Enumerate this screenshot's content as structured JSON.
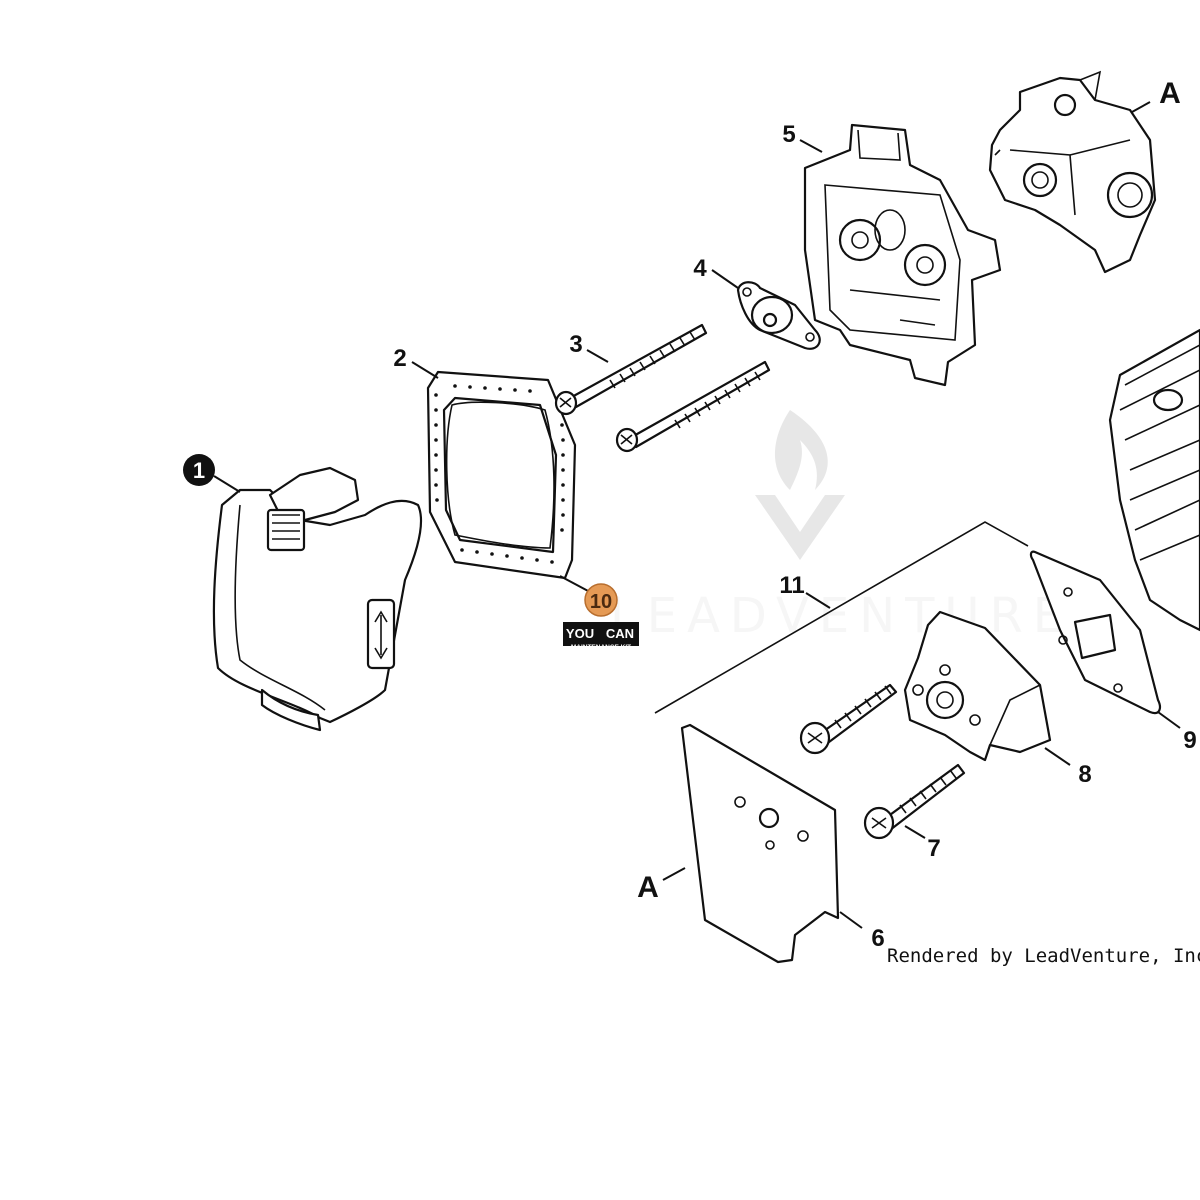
{
  "diagram": {
    "callouts": {
      "p1": "1",
      "p2": "2",
      "p3": "3",
      "p4": "4",
      "p5": "5",
      "p6": "6",
      "p7": "7",
      "p8": "8",
      "p9": "9",
      "p10": "10",
      "p11": "11"
    },
    "reference_marks": {
      "top": "A",
      "bottom": "A"
    },
    "kit_badge": {
      "line1_left": "YOU",
      "line1_right": "CAN",
      "line2": "MAINTENANCE KIT",
      "accent": "#e59a55"
    },
    "watermark": "LEADVENTURE",
    "credit": "Rendered by LeadVenture, Inc."
  }
}
